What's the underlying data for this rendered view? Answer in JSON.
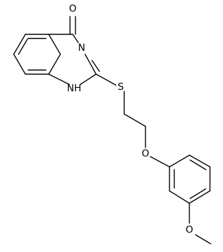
{
  "molecule": {
    "atoms": {
      "carbonyl_oxygen": "O",
      "ring_nitrogen": "N",
      "nh_nitrogen": "NH",
      "sulfur": "S",
      "ether_oxygen": "O",
      "methoxy_oxygen": "O"
    }
  },
  "colors": {
    "bond": "#000000",
    "label": "#000000",
    "background": "#ffffff"
  }
}
